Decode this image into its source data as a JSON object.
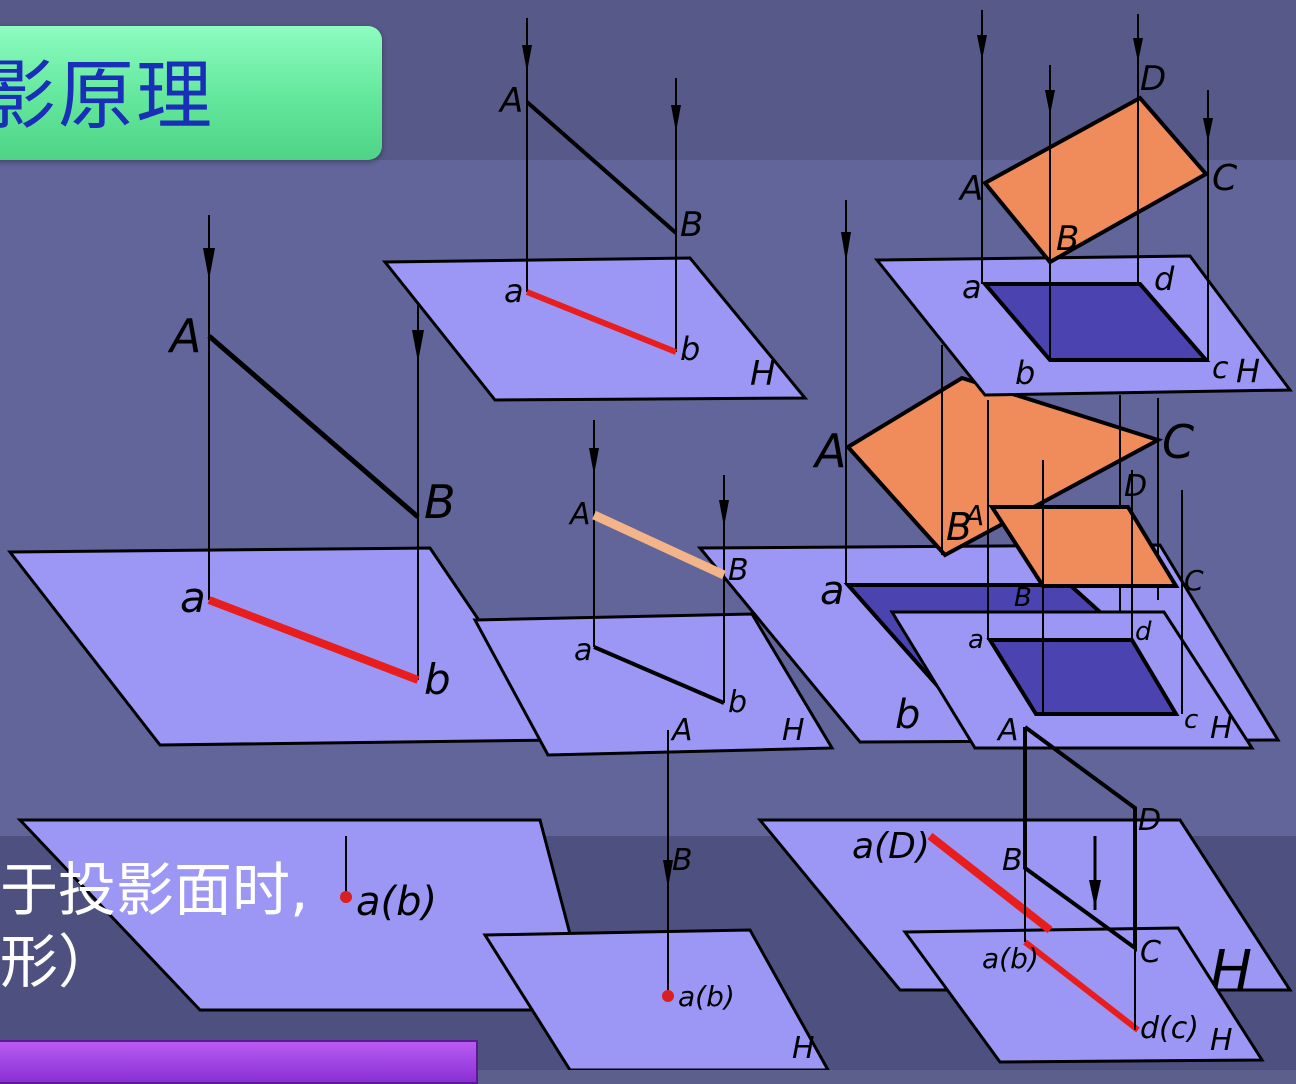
{
  "title": "影原理",
  "bottom_text": {
    "line1": "于投影面时,",
    "line2": "形）"
  },
  "labels": {
    "A": "A",
    "B": "B",
    "C": "C",
    "D": "D",
    "a": "a",
    "b": "b",
    "c": "c",
    "d": "d",
    "H": "H",
    "ab_overlap": "a(b)",
    "ad_overlap": "a(D)",
    "dc_overlap": "d(c)"
  },
  "colors": {
    "background": "#5c5f8c",
    "plane": "#9c97f5",
    "projection_line": "#e81e1e",
    "oblique_plate": "#f08c5c",
    "projected_plate": "#4b44b0",
    "title_box": "#6fee9f",
    "title_text": "#1a2fb8"
  }
}
